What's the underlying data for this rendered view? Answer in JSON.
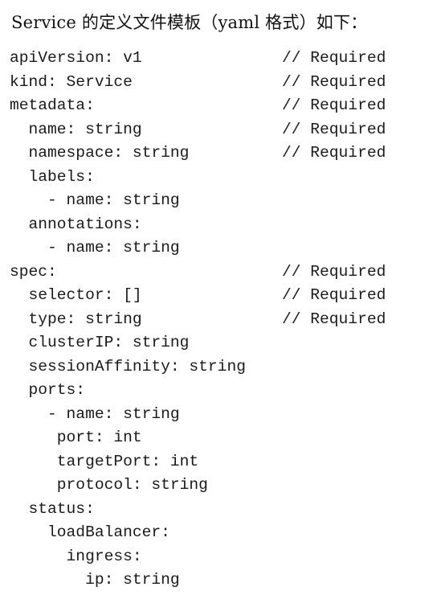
{
  "heading": "Service 的定义文件模板（yaml 格式）如下：",
  "lines": [
    {
      "text": "apiVersion: v1",
      "comment": "// Required"
    },
    {
      "text": "kind: Service",
      "comment": "// Required"
    },
    {
      "text": "metadata:",
      "comment": "// Required"
    },
    {
      "text": "  name: string",
      "comment": "// Required"
    },
    {
      "text": "  namespace: string",
      "comment": "// Required"
    },
    {
      "text": "  labels:",
      "comment": ""
    },
    {
      "text": "    - name: string",
      "comment": ""
    },
    {
      "text": "  annotations:",
      "comment": ""
    },
    {
      "text": "    - name: string",
      "comment": ""
    },
    {
      "text": "spec:",
      "comment": "// Required"
    },
    {
      "text": "  selector: []",
      "comment": "// Required"
    },
    {
      "text": "  type: string",
      "comment": "// Required"
    },
    {
      "text": "  clusterIP: string",
      "comment": ""
    },
    {
      "text": "  sessionAffinity: string",
      "comment": ""
    },
    {
      "text": "  ports:",
      "comment": ""
    },
    {
      "text": "    - name: string",
      "comment": ""
    },
    {
      "text": "     port: int",
      "comment": ""
    },
    {
      "text": "     targetPort: int",
      "comment": ""
    },
    {
      "text": "     protocol: string",
      "comment": ""
    },
    {
      "text": "  status:",
      "comment": ""
    },
    {
      "text": "    loadBalancer:",
      "comment": ""
    },
    {
      "text": "      ingress:",
      "comment": ""
    },
    {
      "text": "        ip: string",
      "comment": ""
    }
  ]
}
